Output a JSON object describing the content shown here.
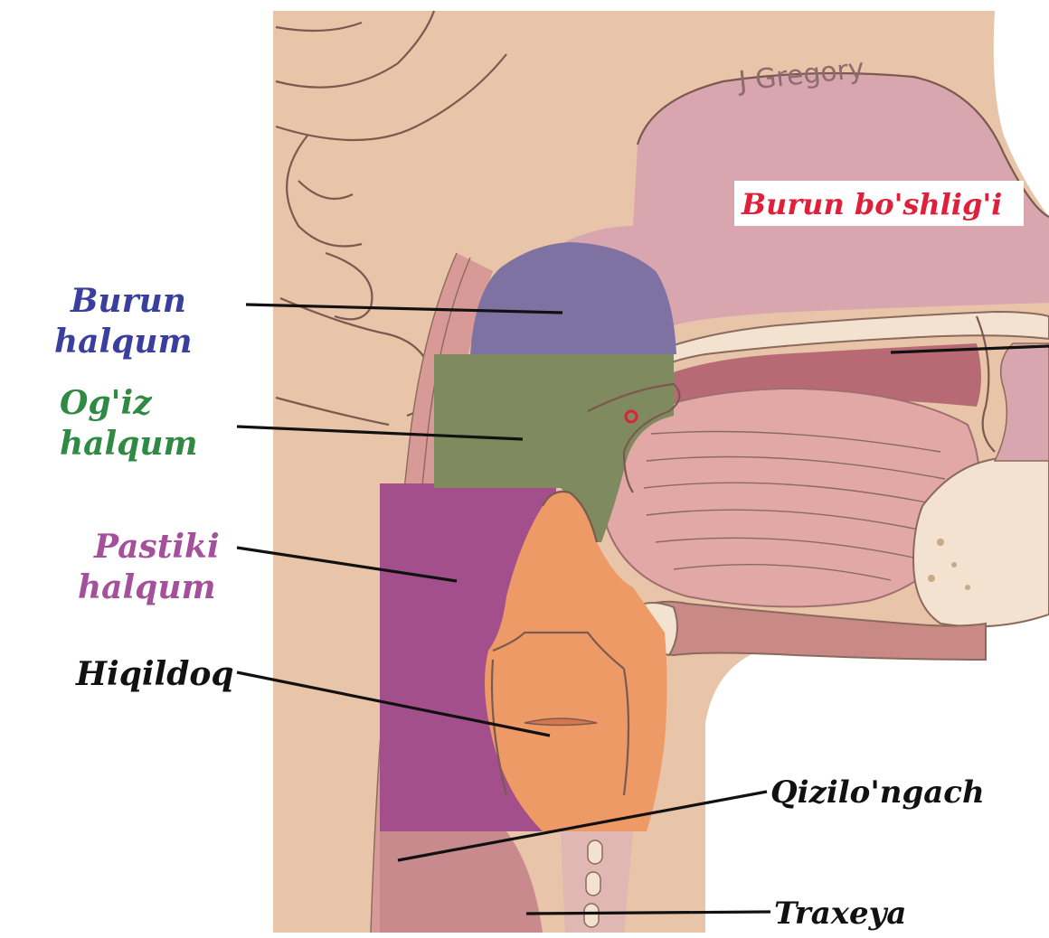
{
  "watermark": "J Gregory",
  "labels": {
    "nasal_cavity": "Burun bo'shlig'i",
    "nasopharynx_line1": "Burun",
    "nasopharynx_line2": "halqum",
    "oropharynx_line1": "Og'iz",
    "oropharynx_line2": "halqum",
    "laryngopharynx_line1": "Pastiki",
    "laryngopharynx_line2": "halqum",
    "larynx": "Hiqildoq",
    "esophagus": "Qizilo'ngach",
    "trachea": "Traxeya"
  },
  "colors": {
    "skin": "#e8c4a8",
    "tissue_pink": "#d8a3a6",
    "nasal_pink": "#d9a6b0",
    "nasopharynx": "#7e72a3",
    "oropharynx": "#7f8a5e",
    "laryngopharynx": "#a24f8c",
    "larynx_orange": "#ee9a66",
    "tongue": "#e2a8a6",
    "bone": "#f2e2cf",
    "nasal_label": "#e0203a",
    "nasopharynx_label": "#3a3f9e",
    "oropharynx_label": "#2f8a43",
    "laryngopharynx_label": "#a5509a",
    "dark_label": "#111111"
  }
}
